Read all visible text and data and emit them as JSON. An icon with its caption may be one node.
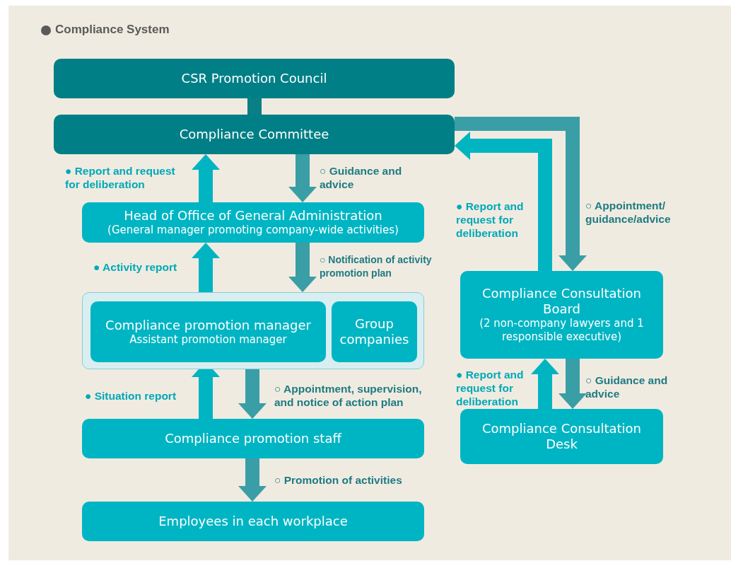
{
  "diagram": {
    "title": "Compliance System",
    "nodes": [
      {
        "text": [
          "CSR Promotion Council"
        ]
      },
      {
        "text": [
          "Compliance Committee"
        ]
      },
      {
        "text": [
          "Head of Office of General Administration",
          "(General manager promoting company-wide activities)"
        ]
      },
      {
        "text": [],
        "shape": "box"
      },
      {
        "text": [
          "Compliance promotion manager",
          "Assistant promotion manager"
        ],
        "in": 3
      },
      {
        "text": [
          "Group companies"
        ],
        "in": 3
      },
      {
        "text": [
          "Compliance promotion staff"
        ]
      },
      {
        "text": [
          "Employees in each workplace"
        ]
      },
      {
        "text": [
          "Compliance Consultation Board",
          "(2 non-company lawyers and 1 responsible executive)"
        ]
      },
      {
        "text": [
          "Compliance Consultation Desk"
        ]
      }
    ],
    "edges": [
      {
        "from": 0,
        "to": 1,
        "arrow": "none",
        "color": "#0a7f86"
      },
      {
        "from": 2,
        "to": 1,
        "arrow": "to",
        "color": "#00b4c2",
        "label": "● Report and request for deliberation"
      },
      {
        "from": 1,
        "to": 2,
        "arrow": "to",
        "label": "○ Guidance and advice"
      },
      {
        "from": 3,
        "to": 2,
        "arrow": "to",
        "color": "#00b4c2",
        "label": "● Activity report"
      },
      {
        "from": 2,
        "to": 3,
        "arrow": "to",
        "label": "○ Notification of activity promotion plan"
      },
      {
        "from": 6,
        "to": 4,
        "arrow": "to",
        "color": "#00b4c2",
        "label": "● Situation report"
      },
      {
        "from": 4,
        "to": 6,
        "arrow": "to",
        "label": "○ Appointment, supervision, and notice of action plan"
      },
      {
        "from": 6,
        "to": 7,
        "arrow": "to",
        "label": "○ Promotion of activities"
      },
      {
        "from": 8,
        "to": 1,
        "arrow": "to",
        "color": "#00b4c2",
        "label": "● Report and request for deliberation"
      },
      {
        "from": 1,
        "to": 8,
        "arrow": "to",
        "label": "○ Appointment/ guidance/advice"
      },
      {
        "from": 9,
        "to": 8,
        "arrow": "to",
        "color": "#00b4c2",
        "label": "● Report and request for deliberation"
      },
      {
        "from": 8,
        "to": 9,
        "arrow": "to",
        "label": "○ Guidance and advice"
      }
    ]
  }
}
